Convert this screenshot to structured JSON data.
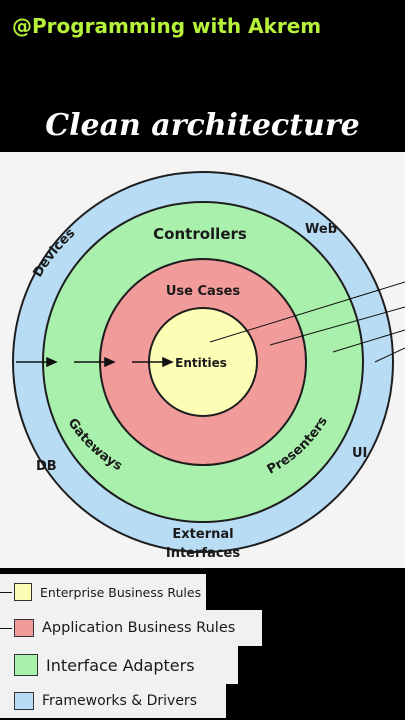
{
  "header": {
    "channel": "@Programming with Akrem",
    "title": "Clean architecture"
  },
  "diagram": {
    "rings": {
      "outer": {
        "labels": [
          "Devices",
          "Web",
          "DB",
          "UI",
          "External",
          "Interfaces"
        ],
        "color": "#b9dcf5"
      },
      "adapters": {
        "labels": [
          "Controllers",
          "Gateways",
          "Presenters"
        ],
        "color": "#a8f0ac"
      },
      "use_cases": {
        "label": "Use Cases",
        "color": "#f29b9b"
      },
      "entities": {
        "label": "Entities",
        "color": "#fefdb6"
      }
    }
  },
  "legend": [
    {
      "label": "Enterprise Business Rules",
      "color": "#fefdb6"
    },
    {
      "label": "Application Business Rules",
      "color": "#f29b9b"
    },
    {
      "label": "Interface Adapters",
      "color": "#a8f0ac"
    },
    {
      "label": "Frameworks & Drivers",
      "color": "#b9dcf5"
    }
  ]
}
